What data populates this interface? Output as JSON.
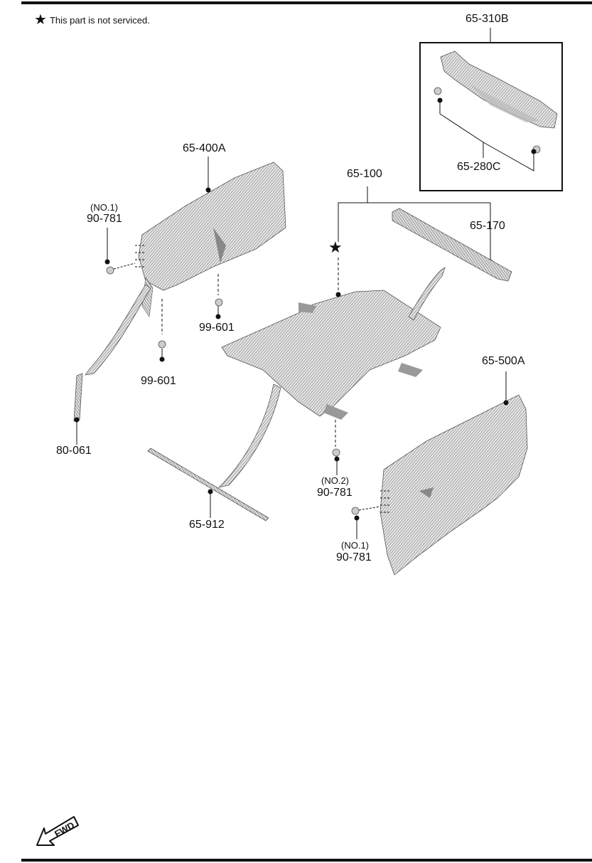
{
  "note": {
    "star": "★",
    "text": "This part is not serviced."
  },
  "callouts": {
    "p65_310B": "65-310B",
    "p65_280C": "65-280C",
    "p65_400A": "65-400A",
    "p65_100": "65-100",
    "p65_170": "65-170",
    "p90_781_a": "90-781",
    "p90_781_a_note": "(NO.1)",
    "p99_601_a": "99-601",
    "p99_601_b": "99-601",
    "p80_061": "80-061",
    "p65_500A": "65-500A",
    "p90_781_b": "90-781",
    "p90_781_b_note": "(NO.2)",
    "p90_781_c": "90-781",
    "p90_781_c_note": "(NO.1)",
    "p65_912": "65-912",
    "star_marker": "★"
  },
  "fwd": {
    "text": "FWD"
  }
}
